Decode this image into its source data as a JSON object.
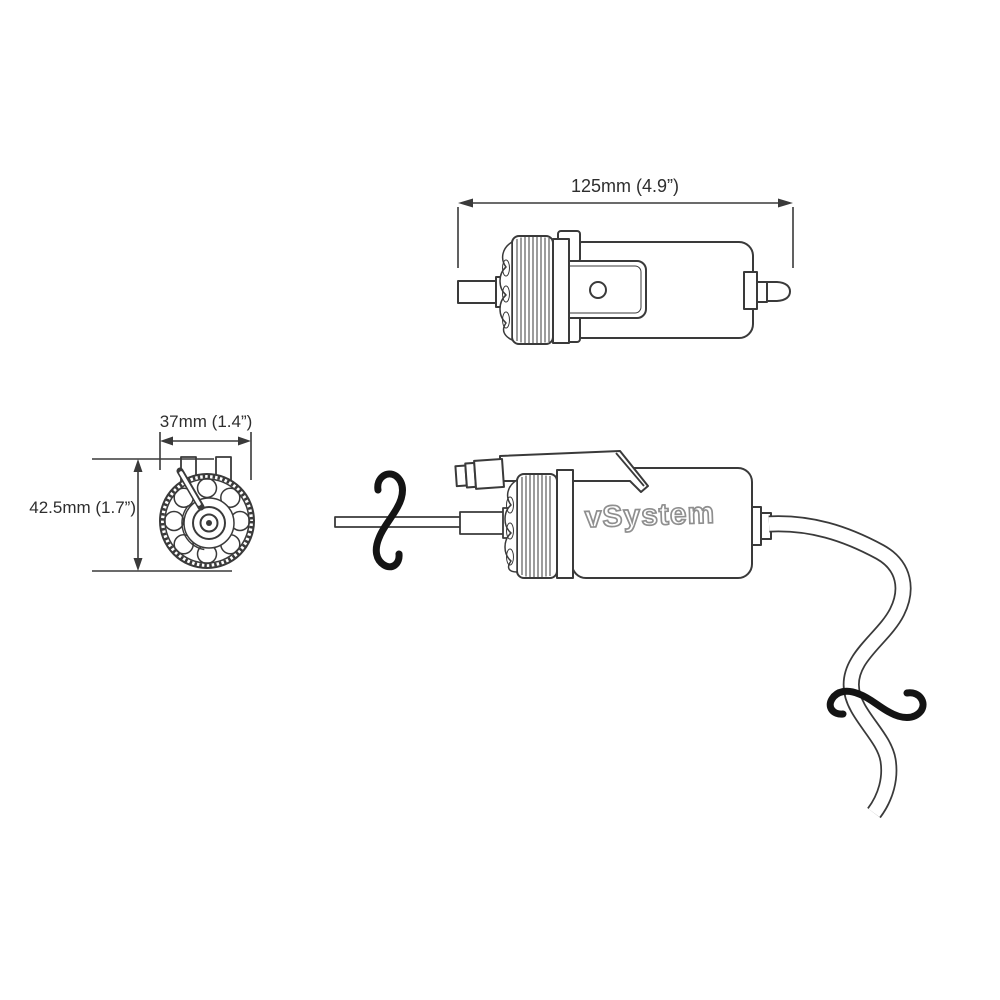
{
  "diagram": {
    "background": "#ffffff",
    "line_color": "#3a3a3a",
    "top_view": {
      "length_label": "125mm (4.9”)"
    },
    "front_view": {
      "width_label": "37mm (1.4”)",
      "height_label": "42.5mm (1.7”)"
    },
    "main_view": {
      "logo": "vSystem"
    }
  }
}
